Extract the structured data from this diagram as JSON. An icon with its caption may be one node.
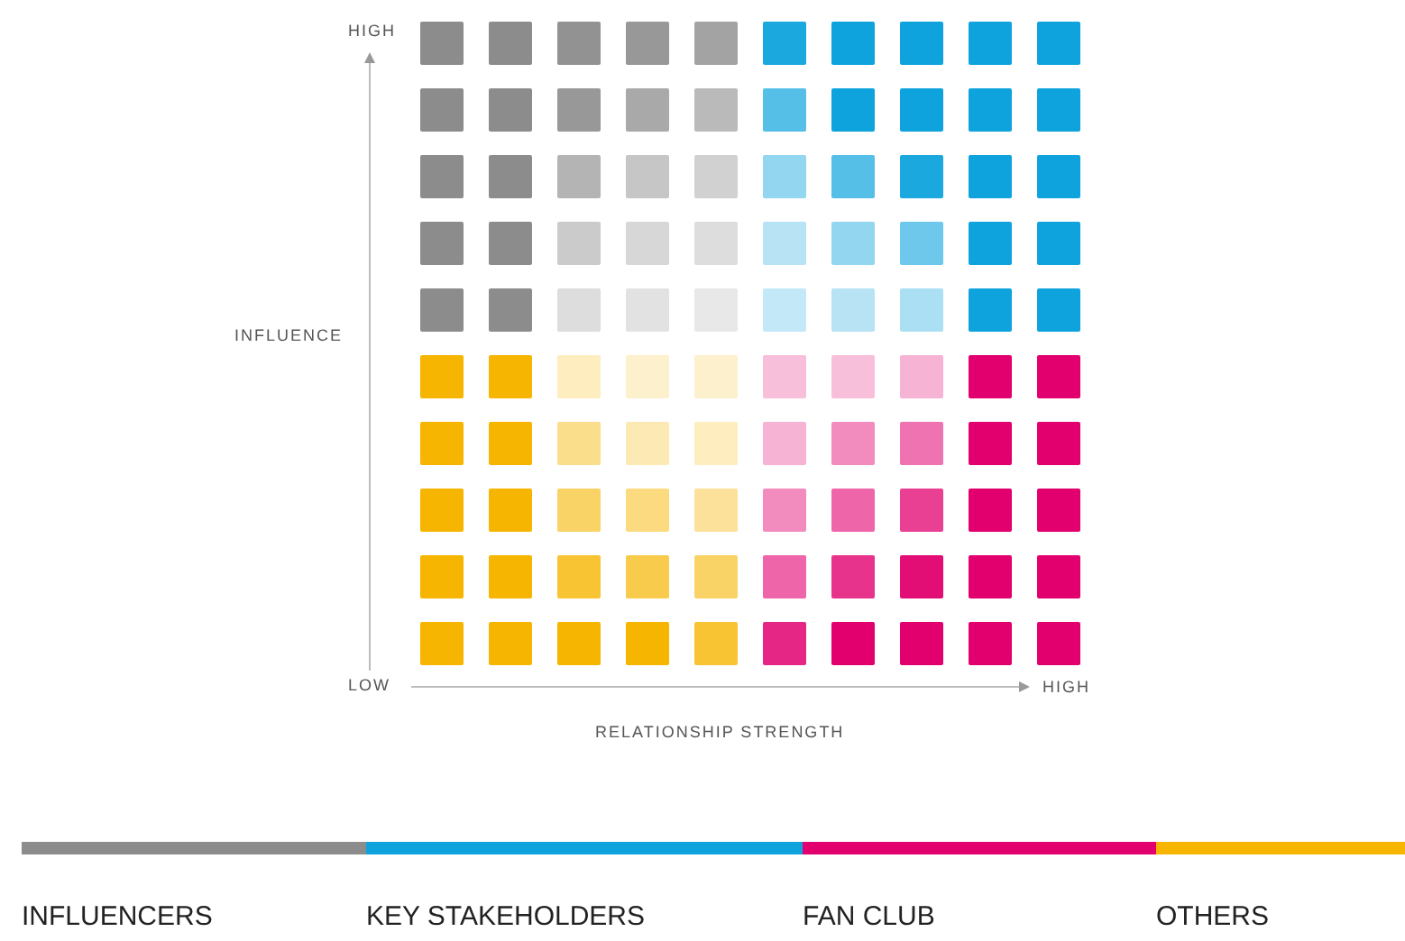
{
  "diagram": {
    "labels": [
      "HIGH",
      "INFLUENCE",
      "LOW",
      "HIGH",
      "RELATIONSHIP STRENGTH"
    ],
    "legend": [
      {
        "text": "INFLUENCERS",
        "color": "#8c8c8c"
      },
      {
        "text": "KEY STAKEHOLDERS",
        "color": "#0ea3dd"
      },
      {
        "text": "FAN CLUB",
        "color": "#e2006f"
      },
      {
        "text": "OTHERS",
        "color": "#f6b500"
      }
    ]
  }
}
